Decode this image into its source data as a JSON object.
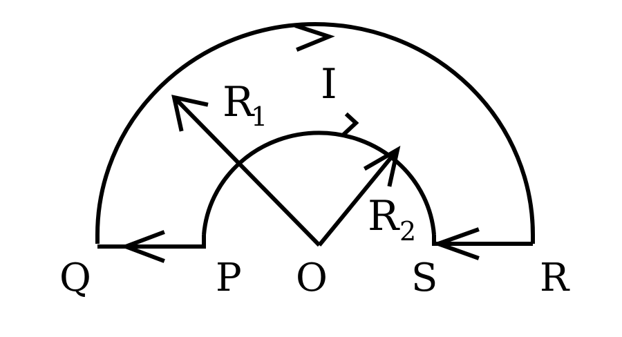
{
  "diagram": {
    "points": {
      "Q": "Q",
      "P": "P",
      "O": "O",
      "S": "S",
      "R": "R"
    },
    "current_label": "I",
    "outer_radius": {
      "symbol": "R",
      "subscript": "1"
    },
    "inner_radius": {
      "symbol": "R",
      "subscript": "2"
    },
    "colors": {
      "ink": "#000000",
      "background": "#ffffff"
    }
  }
}
